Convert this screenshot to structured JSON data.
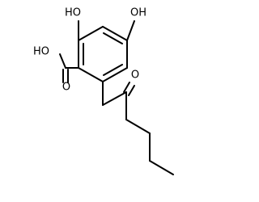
{
  "molecule": {
    "atoms": {
      "top_left_hydroxyl": "HO",
      "top_right_hydroxyl": "OH",
      "carboxyl_hydroxyl": "HO",
      "carboxyl_oxygen": "O",
      "ketone_oxygen": "O"
    }
  }
}
